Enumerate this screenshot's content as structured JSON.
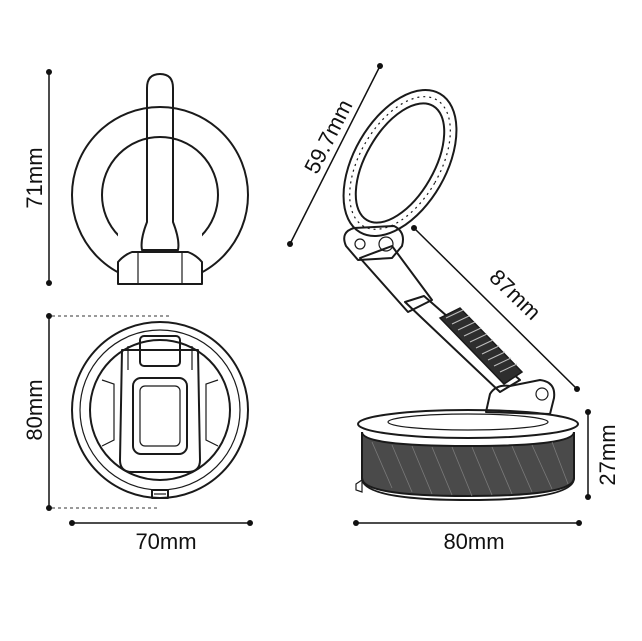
{
  "dimensions": {
    "front_height": "71mm",
    "top_diameter": "80mm",
    "top_width": "70mm",
    "ring_size": "59.7mm",
    "arm_length": "87mm",
    "base_height": "27mm",
    "base_width": "80mm"
  },
  "colors": {
    "line": "#1a1a1a",
    "base_band": "#4a4a4a",
    "background": "#ffffff"
  }
}
